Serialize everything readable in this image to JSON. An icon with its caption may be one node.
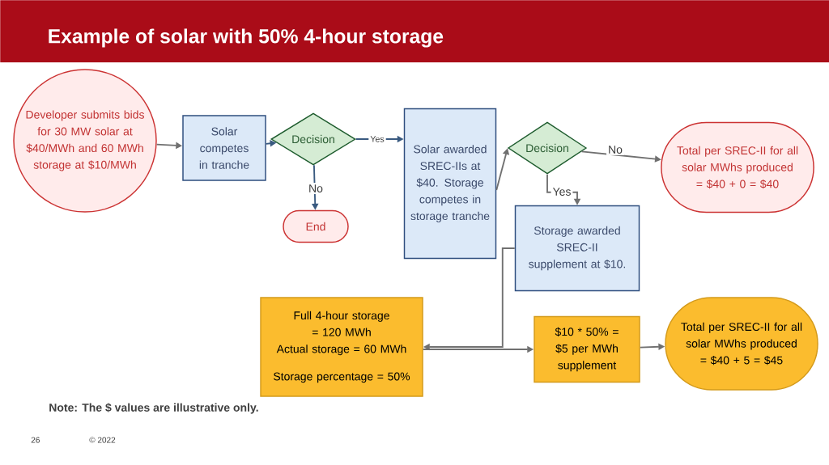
{
  "diagram": {
    "title": "Example of solar with 50% 4-hour storage",
    "nodes": [
      {
        "text": [
          "Developer submits bids for 30 MW solar at $40/MWh and 60 MWh storage at $10/MWh"
        ]
      },
      {
        "text": [
          "Solar competes in tranche"
        ]
      },
      {
        "text": [
          "Decision"
        ]
      },
      {
        "text": [
          "End"
        ]
      },
      {
        "text": [
          "Solar awarded SREC-IIs at $40. Storage competes in storage tranche"
        ]
      },
      {
        "text": [
          "Decision"
        ]
      },
      {
        "text": [
          "Total per SREC-II for all solar MWhs produced = $40 + 0 = $40"
        ]
      },
      {
        "text": [
          "Storage awarded SREC-II supplement at $10."
        ]
      },
      {
        "text": [
          "Full 4-hour storage = 120 MWh",
          "Actual storage = 60 MWh",
          "Storage percentage = 50%"
        ]
      },
      {
        "text": [
          "$10 * 50% = $5 per MWh supplement"
        ]
      },
      {
        "text": [
          "Total per SREC-II for all solar MWhs produced = $40 + 5 = $45"
        ]
      }
    ],
    "edges": [
      {
        "from": 0,
        "to": 1,
        "arrow": "to"
      },
      {
        "from": 1,
        "to": 2,
        "arrow": "to",
        "color": "#3a5a80"
      },
      {
        "from": 2,
        "to": 4,
        "arrow": "to",
        "label": "Yes",
        "color": "#3a5a80"
      },
      {
        "from": 2,
        "to": 3,
        "arrow": "to",
        "label": "No",
        "color": "#3a5a80"
      },
      {
        "from": 4,
        "to": 5,
        "arrow": "to"
      },
      {
        "from": 5,
        "to": 6,
        "arrow": "to",
        "label": "No"
      },
      {
        "from": 5,
        "to": 7,
        "arrow": "to",
        "label": "Yes"
      },
      {
        "from": 7,
        "to": 8,
        "arrow": "to"
      },
      {
        "from": 8,
        "to": 9,
        "arrow": "to"
      },
      {
        "from": 9,
        "to": 10,
        "arrow": "to"
      }
    ],
    "labels": [
      "Note: The $ values are illustrative only.",
      "26",
      "© 2022"
    ]
  }
}
